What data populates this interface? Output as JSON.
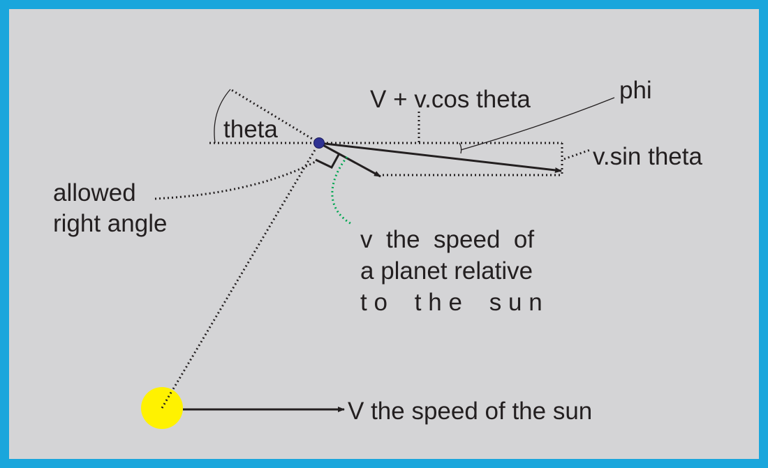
{
  "labels": {
    "v_cos": "V + v.cos theta",
    "phi": "phi",
    "theta": "theta",
    "v_sin": "v.sin theta",
    "allowed_1": "allowed",
    "allowed_2": "right angle",
    "planet_1": "v  the  speed  of",
    "planet_2": "a planet relative",
    "planet_3": "t o    t h e    s u n",
    "sun_speed": "V the speed of the sun"
  },
  "colors": {
    "background": "#d4d4d6",
    "border": "#1aa6dc",
    "ink": "#231f20",
    "planet": "#2e3192",
    "sun": "#fff200",
    "leader_green": "#00a651"
  }
}
